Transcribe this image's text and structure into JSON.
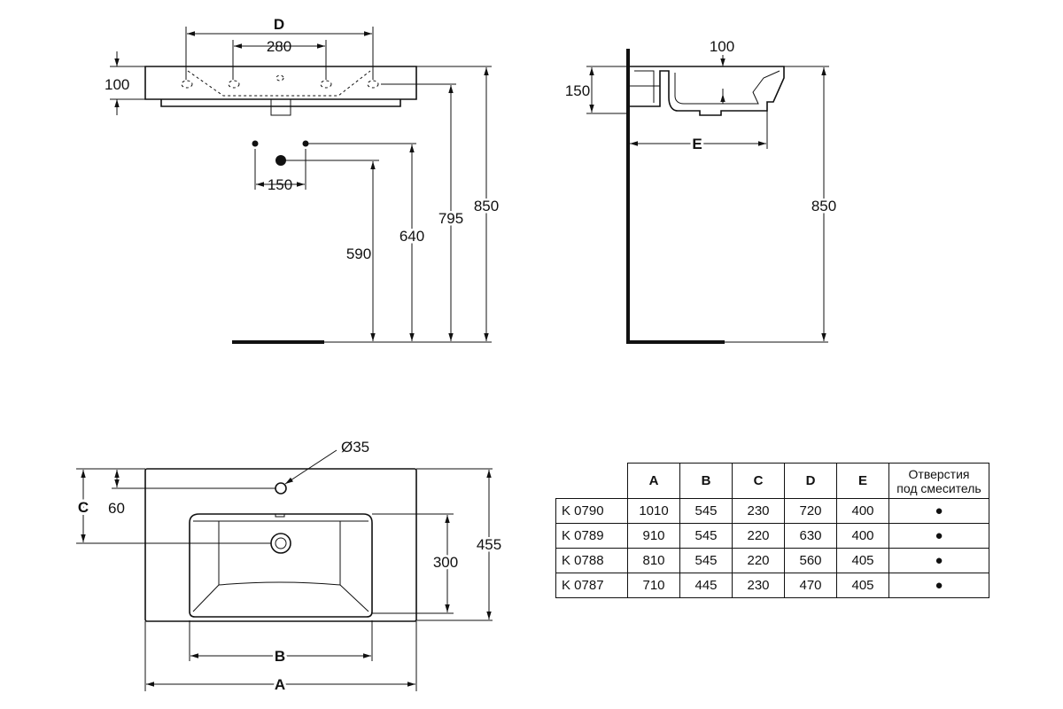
{
  "front_view": {
    "dim_D": "D",
    "dim_280": "280",
    "dim_100": "100",
    "dim_150": "150",
    "dim_590": "590",
    "dim_640": "640",
    "dim_795": "795",
    "dim_850": "850"
  },
  "side_view": {
    "dim_100": "100",
    "dim_150": "150",
    "dim_E": "E",
    "dim_850": "850"
  },
  "top_view": {
    "dim_hole": "Ø35",
    "dim_C": "C",
    "dim_60": "60",
    "dim_300": "300",
    "dim_455": "455",
    "dim_B": "B",
    "dim_A": "A"
  },
  "table": {
    "headers": [
      "A",
      "B",
      "C",
      "D",
      "E"
    ],
    "mixer_header_line1": "Отверстия",
    "mixer_header_line2": "под смеситель",
    "rows": [
      {
        "model": "K 0790",
        "values": [
          "1010",
          "545",
          "230",
          "720",
          "400"
        ],
        "mixer_hole": "●"
      },
      {
        "model": "K 0789",
        "values": [
          "910",
          "545",
          "220",
          "630",
          "400"
        ],
        "mixer_hole": "●"
      },
      {
        "model": "K 0788",
        "values": [
          "810",
          "545",
          "220",
          "560",
          "405"
        ],
        "mixer_hole": "●"
      },
      {
        "model": "K 0787",
        "values": [
          "710",
          "445",
          "230",
          "470",
          "405"
        ],
        "mixer_hole": "●"
      }
    ]
  }
}
